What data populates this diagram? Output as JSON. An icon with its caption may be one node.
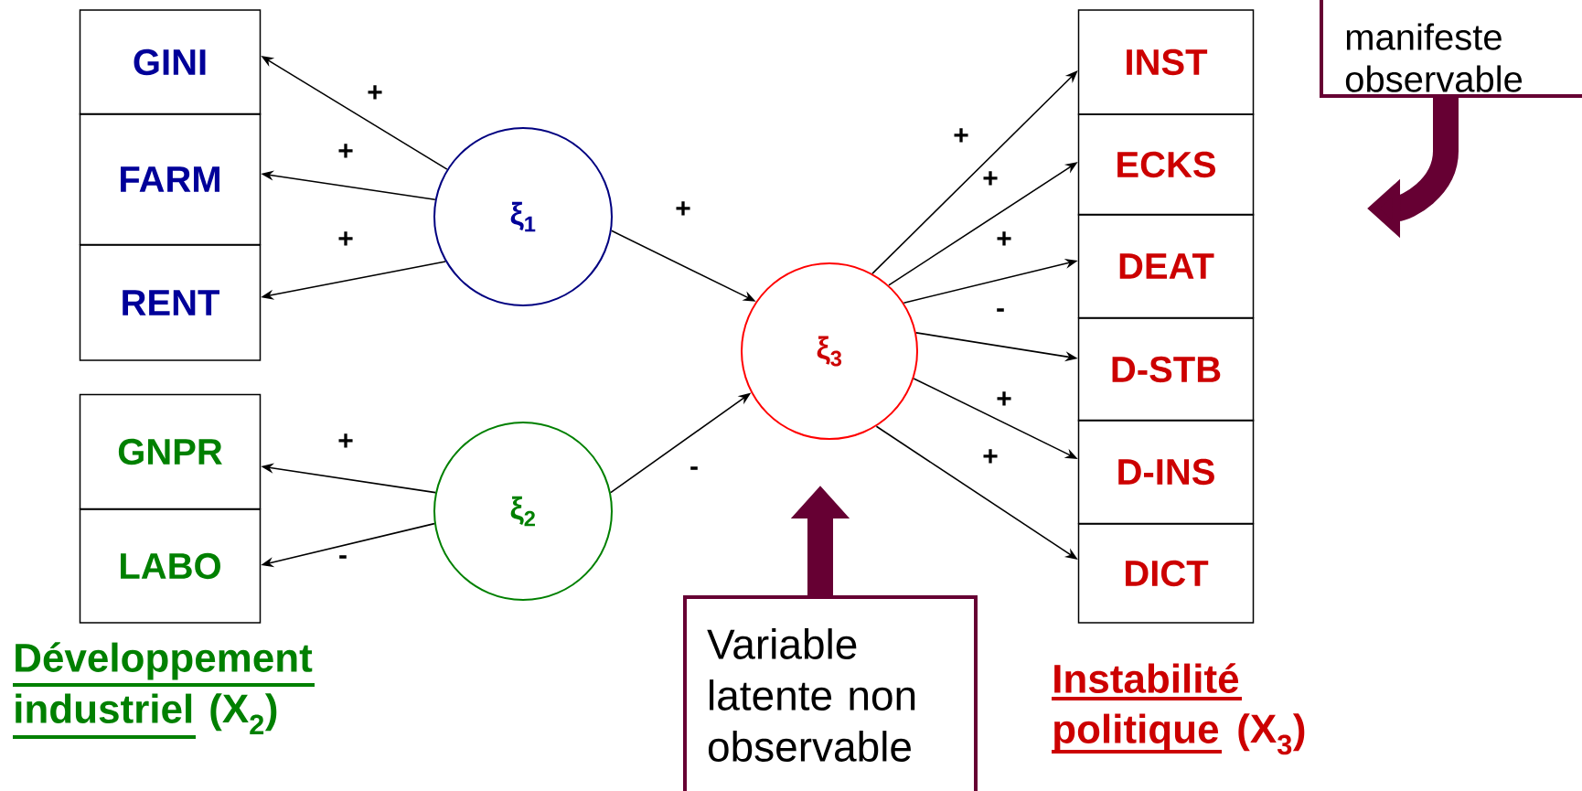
{
  "diagram": {
    "nodes": [
      {
        "text": [
          "GINI"
        ]
      },
      {
        "text": [
          "FARM"
        ]
      },
      {
        "text": [
          "RENT"
        ]
      },
      {
        "text": [
          "GNPR"
        ]
      },
      {
        "text": [
          "LABO"
        ]
      },
      {
        "text": [
          "ξ$_{1}$"
        ]
      },
      {
        "text": [
          "ξ$_{2}$"
        ]
      },
      {
        "text": [
          "ξ$_{3}$"
        ]
      },
      {
        "text": [
          "INST"
        ]
      },
      {
        "text": [
          "ECKS"
        ]
      },
      {
        "text": [
          "DEAT"
        ]
      },
      {
        "text": [
          "D-STB"
        ]
      },
      {
        "text": [
          "D-INS"
        ]
      },
      {
        "text": [
          "DICT"
        ]
      },
      {
        "text": [
          "Variable latente non observable"
        ]
      },
      {
        "text": [
          "manifeste observable"
        ]
      }
    ],
    "edges": [
      {
        "from": 5,
        "to": 0,
        "arrow": "to",
        "label": "+"
      },
      {
        "from": 5,
        "to": 1,
        "arrow": "to",
        "label": "+"
      },
      {
        "from": 5,
        "to": 2,
        "arrow": "to",
        "label": "+"
      },
      {
        "from": 6,
        "to": 3,
        "arrow": "to",
        "label": "+"
      },
      {
        "from": 6,
        "to": 4,
        "arrow": "to",
        "label": "-"
      },
      {
        "from": 5,
        "to": 7,
        "arrow": "to",
        "label": "+"
      },
      {
        "from": 6,
        "to": 7,
        "arrow": "to",
        "label": "-"
      },
      {
        "from": 7,
        "to": 8,
        "arrow": "to",
        "label": "+"
      },
      {
        "from": 7,
        "to": 9,
        "arrow": "to",
        "label": "+"
      },
      {
        "from": 7,
        "to": 10,
        "arrow": "to",
        "label": "+"
      },
      {
        "from": 7,
        "to": 11,
        "arrow": "to",
        "label": "-"
      },
      {
        "from": 7,
        "to": 12,
        "arrow": "to",
        "label": "+"
      },
      {
        "from": 7,
        "to": 13,
        "arrow": "to",
        "label": "+"
      },
      {
        "from": 14,
        "to": 7,
        "arrow": "to",
        "style": "thick",
        "color": "#660033"
      },
      {
        "from": 15,
        "to": null,
        "arrow": "to",
        "style": "thick",
        "color": "#660033"
      }
    ],
    "labels": [
      "Développement industriel",
      "(X$_{2}$)",
      "Instabilité politique",
      "(X$_{3}$)"
    ]
  }
}
